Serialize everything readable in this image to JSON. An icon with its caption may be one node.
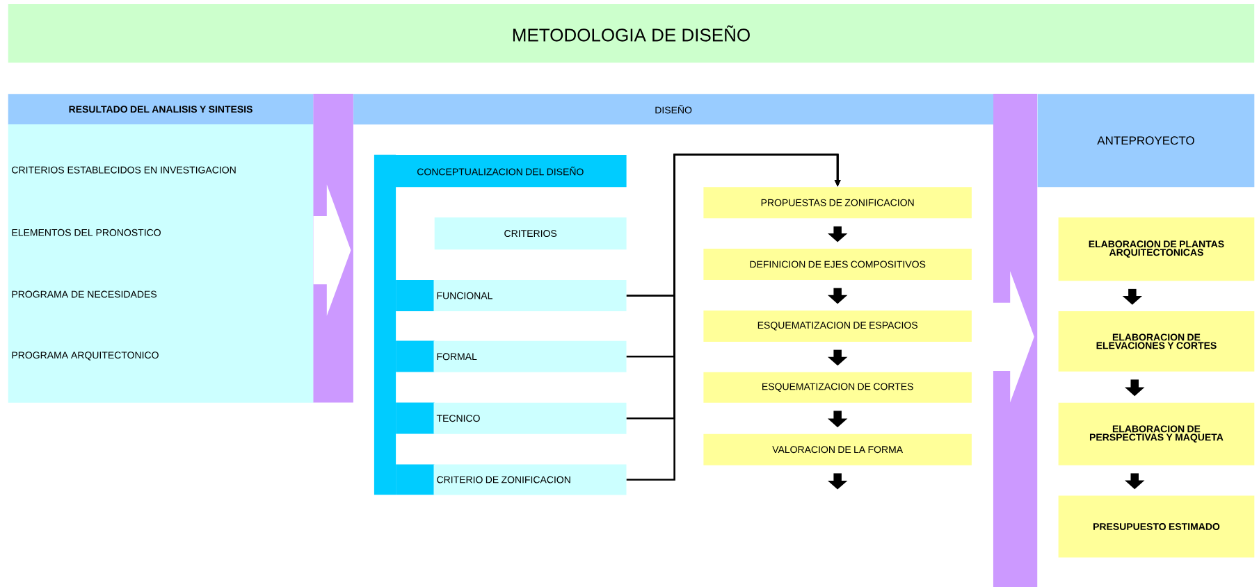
{
  "diagram": {
    "title": "METODOLOGIA DE DISEÑO",
    "nodes": [
      {
        "text": [
          "RESULTADO DEL ANALISIS Y SINTESIS"
        ]
      },
      {
        "text": [
          "CRITERIOS ESTABLECIDOS EN INVESTIGACION",
          "ELEMENTOS DEL PRONOSTICO",
          "PROGRAMA DE NECESIDADES",
          "PROGRAMA ARQUITECTONICO"
        ]
      },
      {
        "text": [
          "DISEÑO"
        ]
      },
      {
        "text": [
          "CONCEPTUALIZACION DEL DISEÑO"
        ]
      },
      {
        "text": [
          "CRITERIOS"
        ],
        "in": 3
      },
      {
        "text": [
          "FUNCIONAL"
        ],
        "in": 3
      },
      {
        "text": [
          "FORMAL"
        ],
        "in": 3
      },
      {
        "text": [
          "TECNICO"
        ],
        "in": 3
      },
      {
        "text": [
          "CRITERIO DE ZONIFICACION"
        ],
        "in": 3
      },
      {
        "text": [
          "PROPUESTAS DE ZONIFICACION"
        ]
      },
      {
        "text": [
          "DEFINICION DE EJES COMPOSITIVOS"
        ]
      },
      {
        "text": [
          "ESQUEMATIZACION DE ESPACIOS"
        ]
      },
      {
        "text": [
          "ESQUEMATIZACION DE CORTES"
        ]
      },
      {
        "text": [
          "VALORACION DE LA FORMA"
        ]
      },
      {
        "text": [
          "ANTEPROYECTO"
        ]
      },
      {
        "text": [
          "ELABORACION DE PLANTAS ARQUITECTONICAS"
        ]
      },
      {
        "text": [
          "ELABORACION DE ELEVACIONES Y CORTES"
        ]
      },
      {
        "text": [
          "ELABORACION DE PERSPECTIVAS Y MAQUETA"
        ]
      },
      {
        "text": [
          "PRESUPUESTO ESTIMADO"
        ]
      }
    ],
    "edges": [
      {
        "from": 1,
        "to": null,
        "arrow": "to",
        "style": "thick",
        "color": "#ffffff"
      },
      {
        "from": 11,
        "to": null,
        "arrow": "to",
        "style": "thick",
        "color": "#ffffff"
      },
      {
        "from": 5,
        "to": 9,
        "arrow": "to"
      },
      {
        "from": 6,
        "to": 9,
        "arrow": "to"
      },
      {
        "from": 7,
        "to": 9,
        "arrow": "to"
      },
      {
        "from": 8,
        "to": 9,
        "arrow": "to"
      },
      {
        "from": 9,
        "to": 10,
        "arrow": "to"
      },
      {
        "from": 10,
        "to": 11,
        "arrow": "to"
      },
      {
        "from": 11,
        "to": 12,
        "arrow": "to"
      },
      {
        "from": 12,
        "to": 13,
        "arrow": "to"
      },
      {
        "from": 13,
        "to": null,
        "arrow": "to"
      },
      {
        "from": 15,
        "to": 16,
        "arrow": "to"
      },
      {
        "from": 16,
        "to": 17,
        "arrow": "to"
      },
      {
        "from": 17,
        "to": 18,
        "arrow": "to"
      }
    ]
  }
}
